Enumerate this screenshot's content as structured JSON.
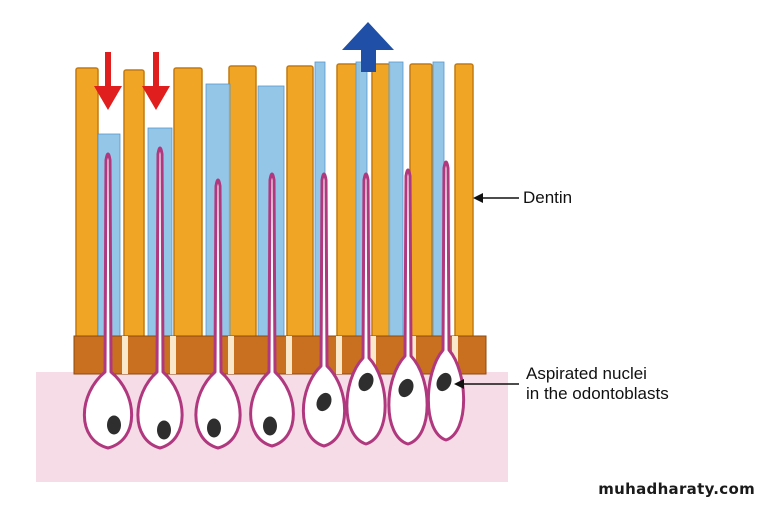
{
  "figure": {
    "labels": {
      "dentin": "Dentin",
      "nuclei_line1": "Aspirated nuclei",
      "nuclei_line2": "in the odontoblasts"
    },
    "watermark": "muhadharaty.com",
    "colors": {
      "dentin": "#f0a624",
      "dentin_edge": "#c27a12",
      "fluid": "#8fc3e6",
      "fluid_edge": "#4f92c9",
      "predentin": "#c8701f",
      "cell_outline": "#b0387e",
      "nucleus": "#2e2e2e",
      "pulp": "#f6dce6",
      "arrow_inward": "#e01e1e",
      "arrow_outward": "#1f4fa6"
    },
    "icons": [
      "red-down-arrow-icon",
      "blue-up-arrow-icon",
      "pointer-arrow-icon"
    ]
  }
}
